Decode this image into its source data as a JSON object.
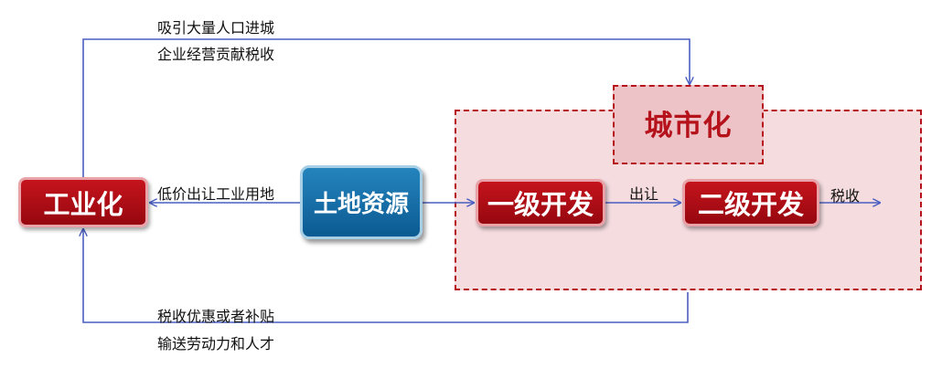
{
  "nodes": {
    "industrialization": "工业化",
    "land_resources": "土地资源",
    "primary_development": "一级开发",
    "secondary_development": "二级开发"
  },
  "urban_zone": {
    "title": "城市化"
  },
  "edge_labels": {
    "top_line_1": "吸引大量人口进城",
    "top_line_2": "企业经营贡献税收",
    "land_sale": "低价出让工业用地",
    "sell": "出让",
    "tax": "税收",
    "bottom_line_1": "税收优惠或者补贴",
    "bottom_line_2": "输送劳动力和人才"
  },
  "colors": {
    "node_red": "#b5121b",
    "node_blue": "#1170a8",
    "zone_fill": "#f4dcdf",
    "zone_border": "#b5121b",
    "arrow": "#4a5fc1"
  }
}
